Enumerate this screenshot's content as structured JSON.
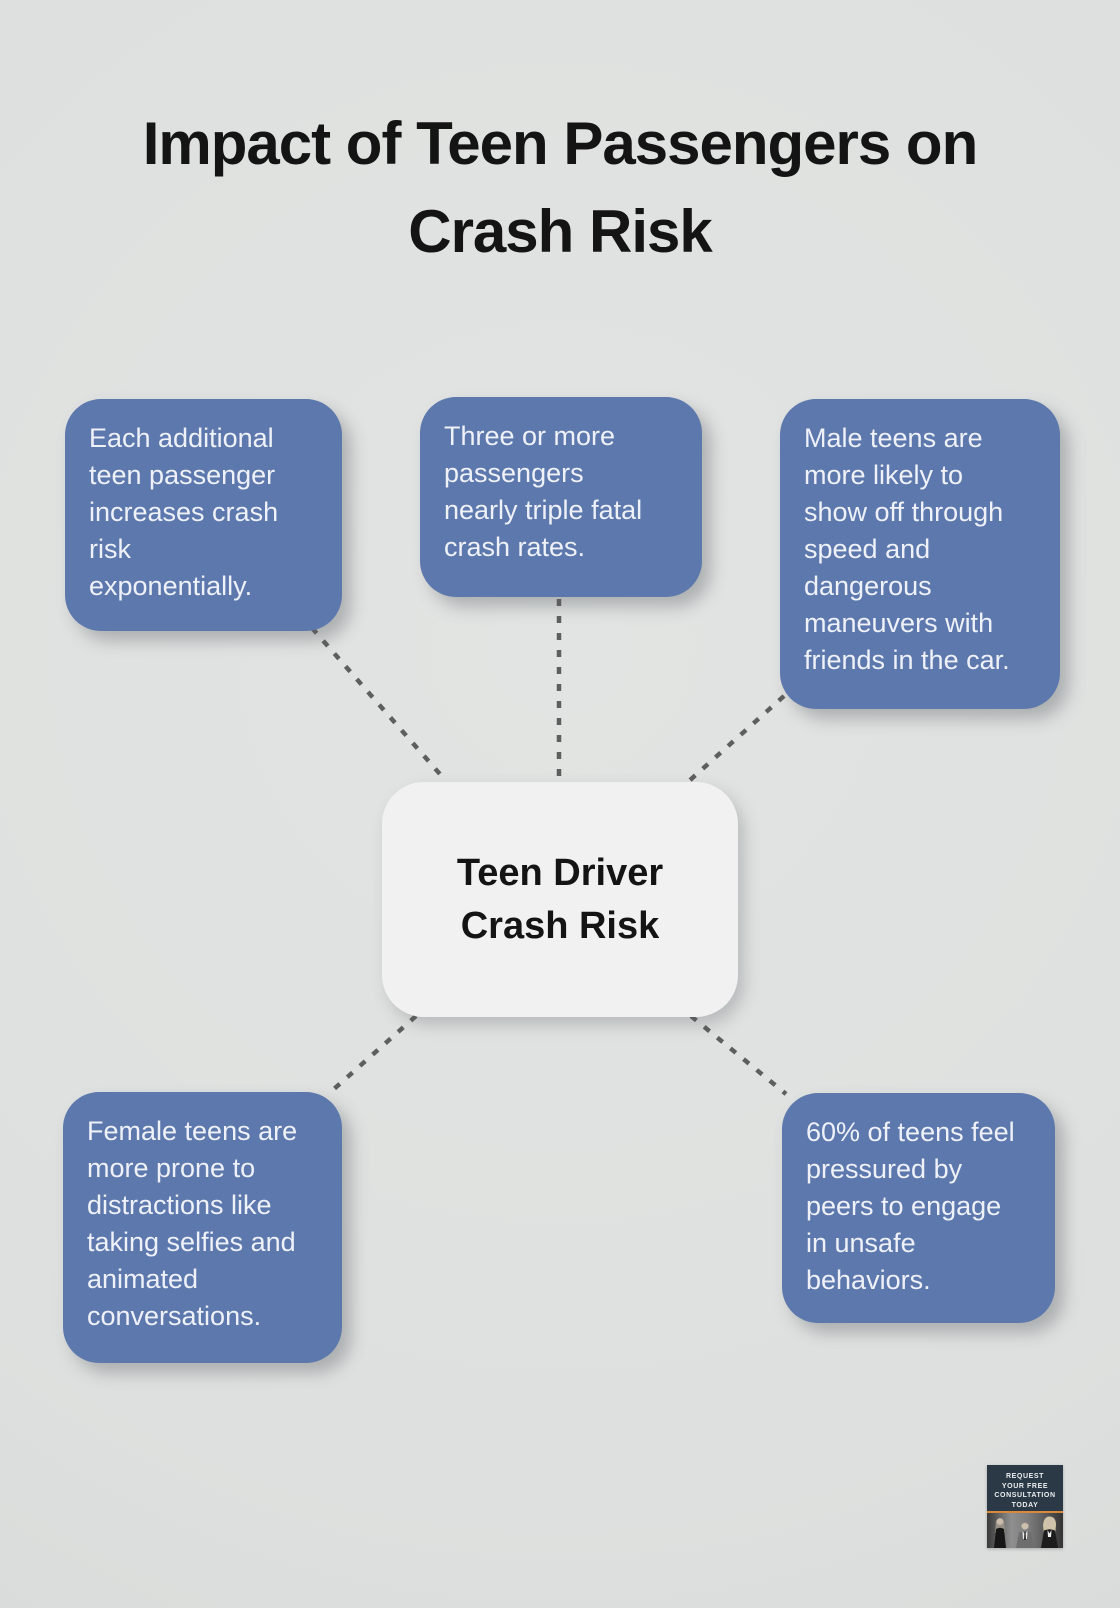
{
  "page": {
    "title_lines": [
      "Impact of Teen Passengers on",
      "Crash Risk"
    ]
  },
  "diagram": {
    "center": {
      "label_lines": [
        "Teen Driver",
        "Crash Risk"
      ]
    },
    "nodes": [
      {
        "position": "top-left",
        "lines": [
          "Each additional",
          "teen passenger",
          "increases crash",
          "risk",
          "exponentially."
        ]
      },
      {
        "position": "top-middle",
        "lines": [
          "Three or more",
          "passengers",
          "nearly triple fatal",
          "crash rates."
        ]
      },
      {
        "position": "top-right",
        "lines": [
          "Male teens are",
          "more likely to",
          "show off through",
          "speed and",
          "dangerous",
          "maneuvers with",
          "friends in the car."
        ]
      },
      {
        "position": "bottom-left",
        "lines": [
          "Female teens are",
          "more prone to",
          "distractions like",
          "taking selfies and",
          "animated",
          "conversations."
        ]
      },
      {
        "position": "bottom-right",
        "lines": [
          "60% of teens feel",
          "pressured by",
          "peers to engage",
          "in unsafe",
          "behaviors."
        ]
      }
    ]
  },
  "badge": {
    "cta_lines": [
      "REQUEST",
      "YOUR FREE",
      "CONSULTATION",
      "TODAY"
    ]
  },
  "colors": {
    "background": "#dfe1e0",
    "node_fill": "#5d78ad",
    "node_text": "#eef1f8",
    "center_fill": "#f1f1f2",
    "center_text": "#141414",
    "connector": "#5e5e5e",
    "badge_bg": "#2b3845",
    "badge_accent": "#d9893b"
  }
}
